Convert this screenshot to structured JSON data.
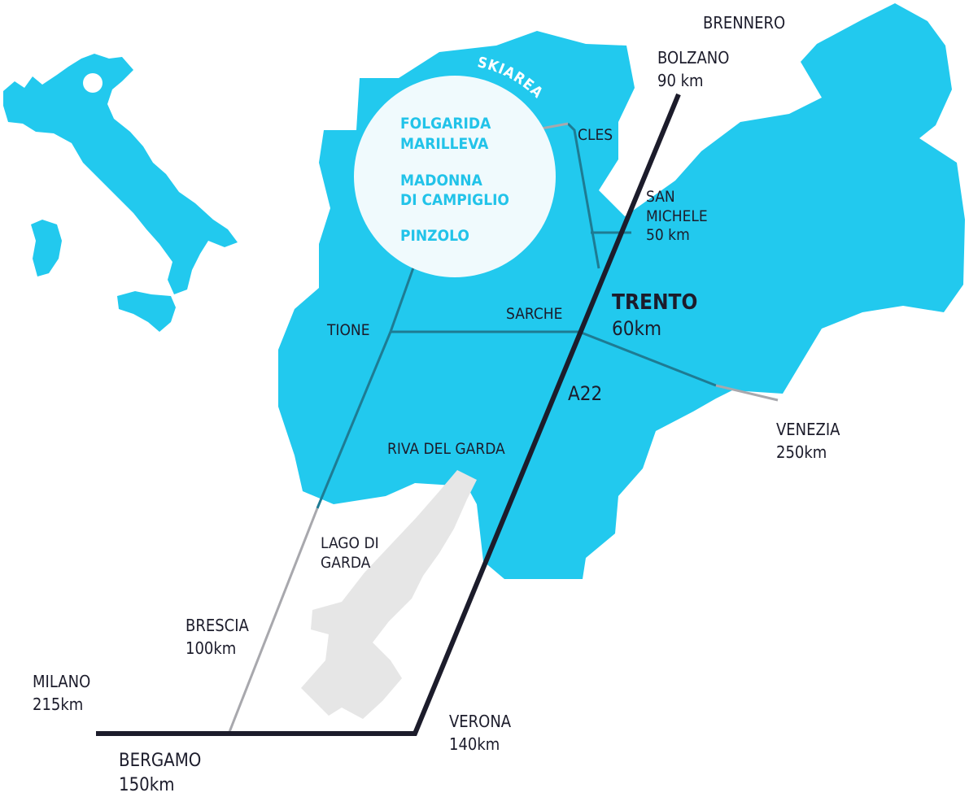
{
  "colors": {
    "region": "#22c9ee",
    "road_main": "#1c1c2b",
    "road_secondary": "#1e7b93",
    "road_outside": "#a8a8ad",
    "lake": "#e6e6e6",
    "circle": "#f0fafd",
    "text_dark": "#1c1c2b",
    "text_ski": "#22c3e9"
  },
  "icons": {
    "italy": "italy-silhouette-icon"
  },
  "ski_area": {
    "title": "SKIAREA",
    "resorts": [
      {
        "line1": "FOLGARIDA",
        "line2": "MARILLEVA"
      },
      {
        "line1": "MADONNA",
        "line2": "DI CAMPIGLIO"
      },
      {
        "line1": "PINZOLO",
        "line2": ""
      }
    ]
  },
  "places": {
    "brennero": {
      "name": "BRENNERO"
    },
    "bolzano": {
      "name": "BOLZANO",
      "distance": "90 km"
    },
    "cles": {
      "name": "CLES"
    },
    "san_michele": {
      "name_line1": "SAN",
      "name_line2": "MICHELE",
      "distance": "50 km"
    },
    "trento": {
      "name": "TRENTO",
      "distance": "60km"
    },
    "sarche": {
      "name": "SARCHE"
    },
    "tione": {
      "name": "TIONE"
    },
    "a22": {
      "name": "A22"
    },
    "venezia": {
      "name": "VENEZIA",
      "distance": "250km"
    },
    "riva": {
      "name": "RIVA DEL GARDA"
    },
    "lago": {
      "line1": "LAGO DI",
      "line2": "GARDA"
    },
    "brescia": {
      "name": "BRESCIA",
      "distance": "100km"
    },
    "milano": {
      "name": "MILANO",
      "distance": "215km"
    },
    "bergamo": {
      "name": "BERGAMO",
      "distance": "150km"
    },
    "verona": {
      "name": "VERONA",
      "distance": "140km"
    }
  }
}
